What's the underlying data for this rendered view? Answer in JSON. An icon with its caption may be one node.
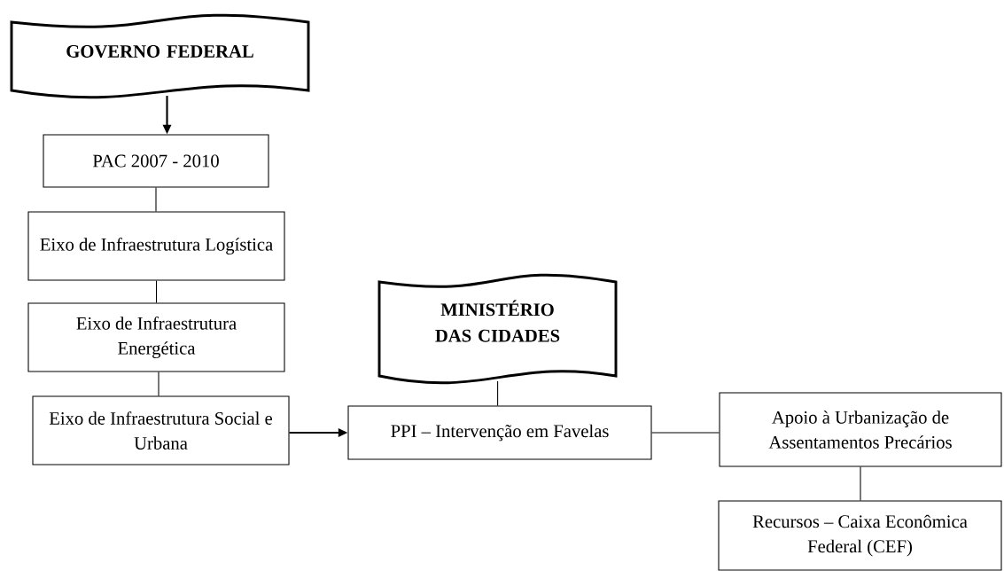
{
  "diagram": {
    "nodes": [
      {
        "text": [
          "GOVERNO FEDERAL"
        ]
      },
      {
        "text": [
          "PAC 2007 - 2010"
        ]
      },
      {
        "text": [
          "Eixo de Infraestrutura Logística"
        ]
      },
      {
        "text": [
          "Eixo de Infraestrutura Energética"
        ]
      },
      {
        "text": [
          "Eixo de Infraestrutura Social e Urbana"
        ]
      },
      {
        "text": [
          "MINISTÉRIO DAS CIDADES"
        ]
      },
      {
        "text": [
          "PPI – Intervenção em Favelas"
        ]
      },
      {
        "text": [
          "Apoio à Urbanização de Assentamentos Precários"
        ]
      },
      {
        "text": [
          "Recursos – Caixa Econômica Federal (CEF)"
        ]
      }
    ],
    "edges": [
      {
        "from": 0,
        "to": 1,
        "arrow": "to"
      },
      {
        "from": 1,
        "to": 2,
        "arrow": "none"
      },
      {
        "from": 2,
        "to": 3,
        "arrow": "none"
      },
      {
        "from": 3,
        "to": 4,
        "arrow": "none"
      },
      {
        "from": 4,
        "to": 6,
        "arrow": "to"
      },
      {
        "from": 5,
        "to": 6,
        "arrow": "none"
      },
      {
        "from": 6,
        "to": 7,
        "arrow": "none"
      },
      {
        "from": 7,
        "to": 8,
        "arrow": "none"
      }
    ]
  }
}
